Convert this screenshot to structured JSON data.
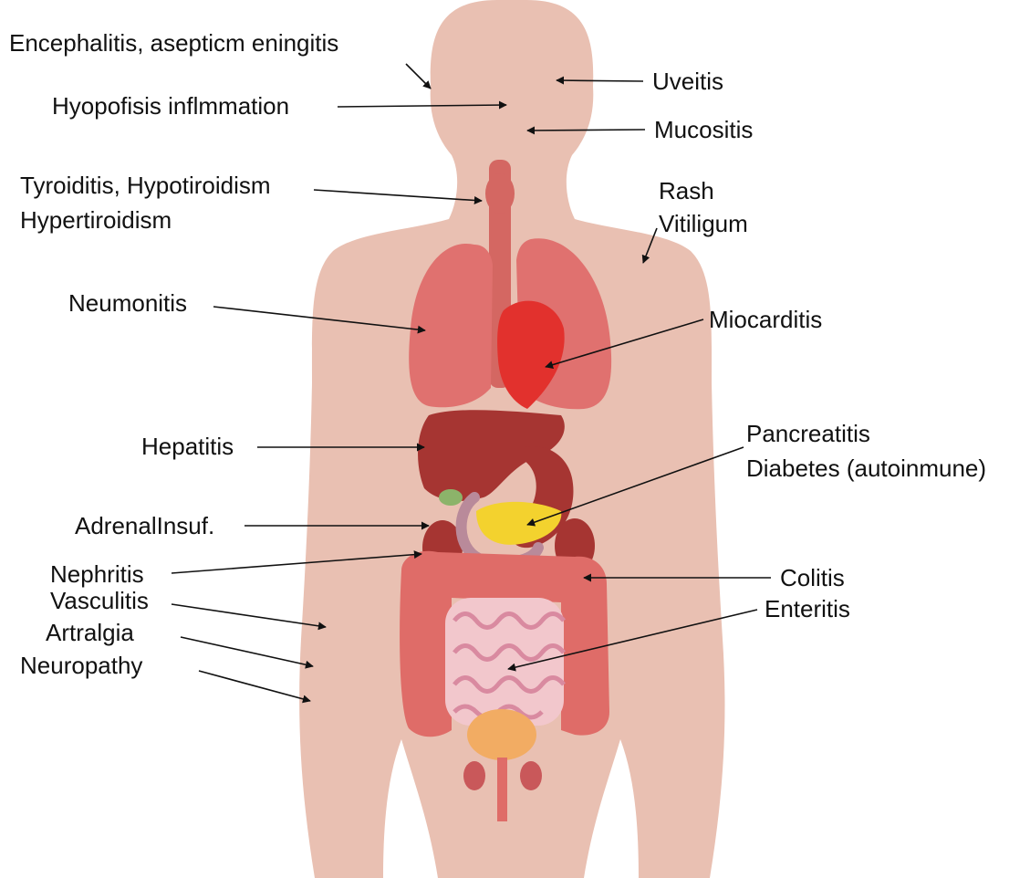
{
  "colors": {
    "skin": "#e9c0b2",
    "lung": "#e0716f",
    "heart": "#e2312d",
    "liver": "#a63532",
    "pancreas": "#f3d22e",
    "intestine": "#df6c68",
    "small_intestine": "#f2c7cc",
    "bladder": "#f2ac63",
    "trachea": "#d46762",
    "gallbladder": "#8cb36a"
  },
  "labels": {
    "encephalitis": "Encephalitis, asepticm eningitis",
    "hypophysis": "Hyopofisis inflmmation",
    "uveitis": "Uveitis",
    "mucositis": "Mucositis",
    "thyroiditis_line1": "Tyroiditis, Hypotiroidism",
    "thyroiditis_line2": "Hypertiroidism",
    "rash_line1": "Rash",
    "rash_line2": "Vitiligum",
    "pneumonitis": "Neumonitis",
    "myocarditis": "Miocarditis",
    "hepatitis": "Hepatitis",
    "pancreatitis_line1": "Pancreatitis",
    "pancreatitis_line2": "Diabetes (autoinmune)",
    "adrenal": "AdrenalInsuf.",
    "nephritis": "Nephritis",
    "colitis": "Colitis",
    "vasculitis": "Vasculitis",
    "enteritis": "Enteritis",
    "arthralgia": "Artralgia",
    "neuropathy": "Neuropathy"
  }
}
